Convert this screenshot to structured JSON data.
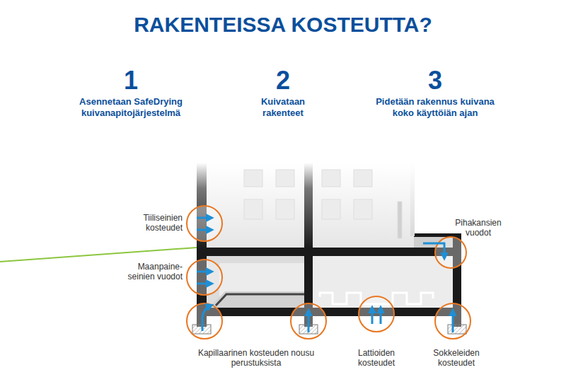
{
  "diagram": {
    "title": "RAKENTEISSA KOSTEUTTA?",
    "labels": [
      "1",
      "Asennetaan SafeDrying kuivanapitojärjestelmä",
      "2",
      "Kuivataan rakenteet",
      "3",
      "Pidetään rakennus kuivana koko käyttöiän ajan",
      "Tiiliseinien kosteudet",
      "Maanpaine- seinien vuodot",
      "Pihakansien vuodot",
      "Kapillaarinen kosteuden nousu perustuksista",
      "Lattioiden kosteudet",
      "Sokkeleiden kosteudet"
    ]
  }
}
